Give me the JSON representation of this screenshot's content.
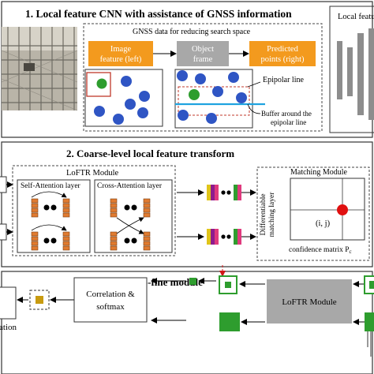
{
  "section1": {
    "title": "1. Local feature CNN with assistance of GNSS information",
    "gnss_label": "GNSS data for reducing search space",
    "image_feature": [
      "Image",
      "feature (left)"
    ],
    "object_frame": [
      "Object",
      "frame"
    ],
    "predicted_points": [
      "Predicted",
      "points (right)"
    ],
    "epipolar_label": "Epipolar line",
    "buffer_label": [
      "Buffer around the",
      "epipolar line"
    ],
    "local_feature_label": "Local featu",
    "colors": {
      "orange": "#f39a1e",
      "gray": "#a8a8a8",
      "red": "#c0392b",
      "green": "#2e9d2e",
      "blue": "#2f55c4",
      "cyan": "#1fa3e0"
    }
  },
  "section2": {
    "title": "2. Coarse-level local feature transform",
    "loftr_module": "LoFTR Module",
    "self_attention": "Self-Attention layer",
    "cross_attention": "Cross-Attention layer",
    "matching_module": "Matching Module",
    "diff_matching": [
      "Differentiable",
      "matching layer"
    ],
    "ij_label": "(i, j)",
    "confidence_label": "confidence matrix P",
    "confidence_sub": "c"
  },
  "section3": {
    "title": "3. Coarse-to-fine module",
    "correlation": [
      "Correlation &",
      "softmax"
    ],
    "loftr_module": "LoFTR Module",
    "left_cut_label": "ation"
  }
}
